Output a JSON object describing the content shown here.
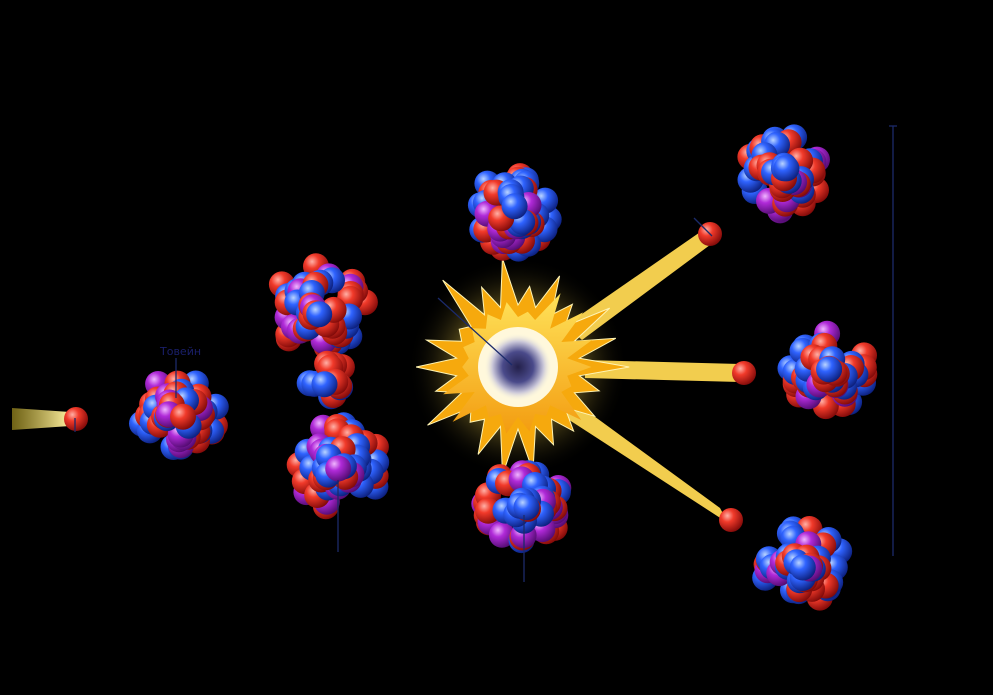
{
  "diagram": {
    "labels": {
      "target_nucleus": "Товейн"
    },
    "colors": {
      "background": "#000000",
      "proton": "#e21f1f",
      "neutron": "#2d5bff",
      "magenta": "#b02ad8",
      "flash_core": "#3a3a78",
      "flash_inner": "#ffffff",
      "flash_outer": "#f6a90d",
      "beam": "#f5d45a",
      "leader": "#1b2a6a"
    },
    "elements": [
      {
        "kind": "incoming-neutron",
        "icon": "neutron-icon"
      },
      {
        "kind": "target-nucleus",
        "icon": "nucleus-icon"
      },
      {
        "kind": "compound-nucleus-splitting",
        "icon": "dumbbell-nucleus-icon"
      },
      {
        "kind": "fission-flash",
        "icon": "explosion-icon"
      },
      {
        "kind": "fission-fragment-top",
        "icon": "nucleus-icon"
      },
      {
        "kind": "fission-fragment-bottom",
        "icon": "nucleus-icon"
      },
      {
        "kind": "released-neutrons",
        "count": 3,
        "icon": "neutron-icon"
      },
      {
        "kind": "next-generation-nuclei",
        "count": 3,
        "icon": "nucleus-icon"
      }
    ]
  }
}
